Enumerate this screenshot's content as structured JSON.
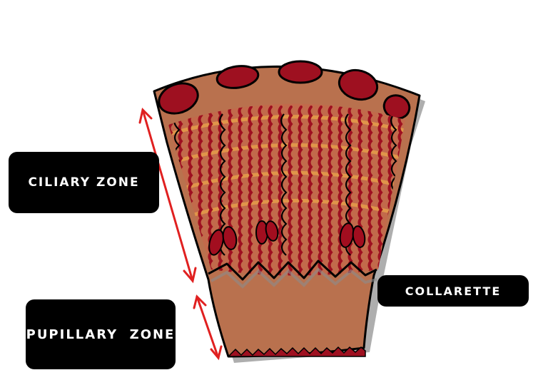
{
  "labels": {
    "ciliary_zone": "CILIARY ZONE",
    "pupillary_zone": "PUPILLARY  ZONE",
    "collarette": "COLLARETTE"
  },
  "colors": {
    "tissue": "#b9714e",
    "outline": "#000000",
    "vessel": "#9e1020",
    "crypt_fill": "#a20e1f",
    "arrow": "#e02020",
    "shadow": "#8c8c8c",
    "band": "#d8583a",
    "label_bg": "#000000",
    "label_text": "#ffffff"
  }
}
